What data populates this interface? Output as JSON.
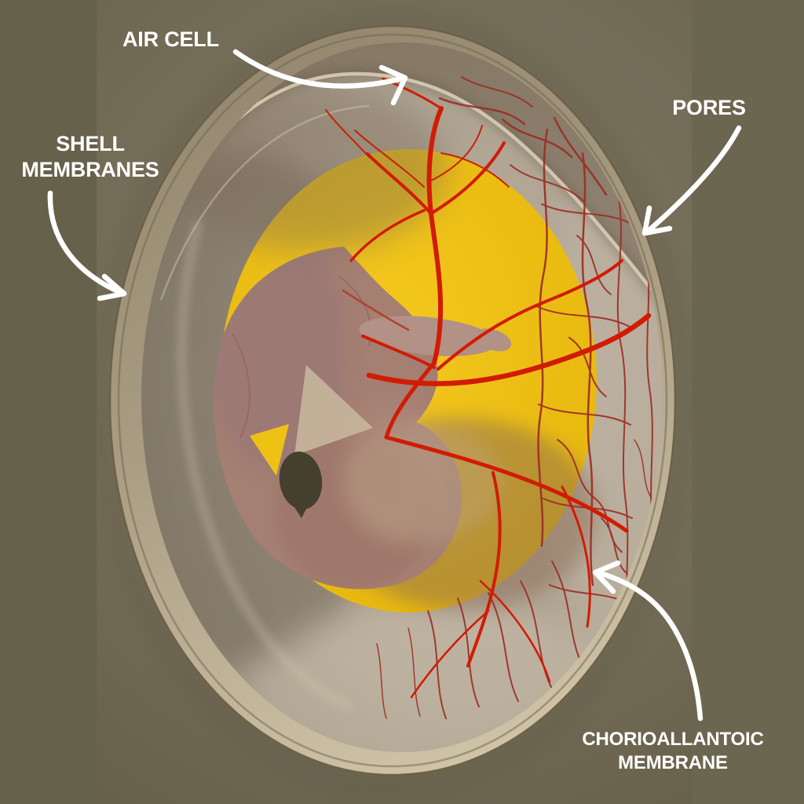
{
  "diagram": {
    "subject": "egg-anatomy-cutaway",
    "labels": {
      "air_cell": {
        "text": "AIR CELL"
      },
      "shell_membranes": {
        "line1": "SHELL",
        "line2": "MEMBRANES"
      },
      "pores": {
        "text": "PORES"
      },
      "chorioallantoic_membrane": {
        "line1": "CHORIOALLANTOIC",
        "line2": "MEMBRANE"
      }
    },
    "parts_pointed_to": {
      "air_cell": "dark pocket at top of egg under shell",
      "shell_membranes": "left outer shell edge",
      "pores": "right shell surface",
      "chorioallantoic_membrane": "vascular network lower right inside egg"
    }
  },
  "colors": {
    "bg_video": "#736c57",
    "bar_left": "#66614a",
    "bar_right": "#6b6650",
    "annotation": "#ffffff",
    "shell": "#aa9e85",
    "shell_highlight": "#d8ccb2",
    "interior": "#a89d8d",
    "air_cell_region": "#877a69",
    "yolk": "#eec115",
    "embryo": "#a47f72",
    "eye": "#453f2e",
    "vessel_bright": "#d21b04",
    "vessel_muted": "#9c2e25"
  }
}
